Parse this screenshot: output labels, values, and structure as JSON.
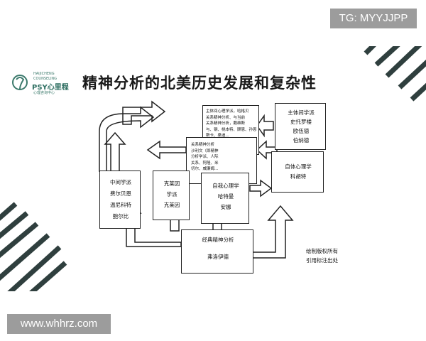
{
  "watermarks": {
    "tg": "TG: MYYJJPP",
    "url": "www.whhrz.com"
  },
  "logo": {
    "line1": "HAIJICHENG",
    "line2": "COUNSELING",
    "name": "PSY心里程",
    "tagline": "心理咨询中心"
  },
  "title": "精神分析的北美历史发展和复杂性",
  "boxes": {
    "intersubjective": "主体间心理学派，哈格贝\n关系精神分析、与当前\n关系精神分析，戴维斯\n与、钢、桃本特、顾恩、孙恩\n斯卡、桑迪...",
    "relational": "关系精神分析\n沙利文（即精神\n分析学派、人际\n关系、阿隆、米\n切尔、威廉姆...",
    "intersub_school": "主体间学派\n史托罗楼\n欧伍德\n伯纳德",
    "self_psych": "自体心理学\n科胡特",
    "middle": "中间学派\n费尔贝恩\n温尼科特\n鲍尔比",
    "klein": "克莱因\n学派\n克莱因",
    "ego": "自我心理学\n哈特曼\n安娜",
    "classic": "经典精神分析\n\n弗洛伊德"
  },
  "note": "绘制版权所有\n引用标注出处",
  "colors": {
    "stripe": "#2f3f3e",
    "logo_green": "#3c7a6c",
    "watermark_bg": "#9c9c9c"
  }
}
